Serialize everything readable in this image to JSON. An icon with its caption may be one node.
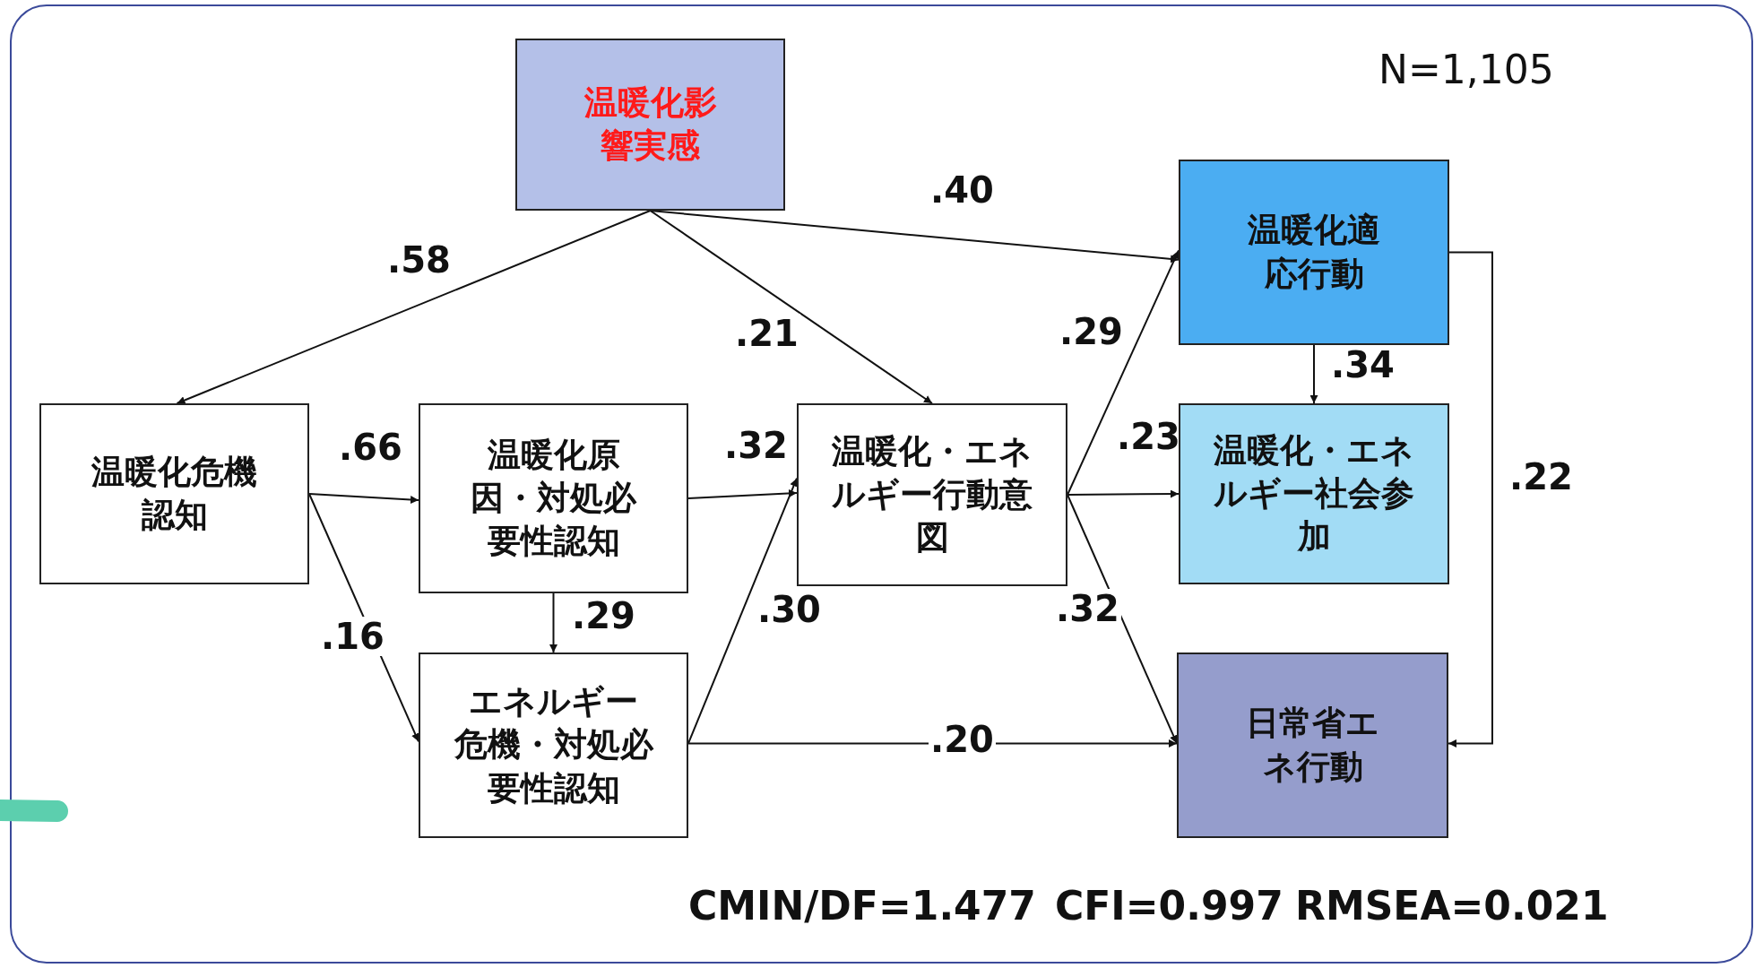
{
  "diagram": {
    "nodes": [
      {
        "text": [
          "温暖化影響実感"
        ]
      },
      {
        "text": [
          "温暖化危機認知"
        ]
      },
      {
        "text": [
          "温暖化原因・対処必要性認知"
        ]
      },
      {
        "text": [
          "エネルギー危機・対処必要性認知"
        ]
      },
      {
        "text": [
          "温暖化・エネルギー行動意図"
        ]
      },
      {
        "text": [
          "温暖化適応行動"
        ]
      },
      {
        "text": [
          "温暖化・エネルギー社会参加"
        ]
      },
      {
        "text": [
          "日常省エネ行動"
        ]
      }
    ],
    "edges": [
      {
        "from": 0,
        "to": 1,
        "arrow": "to",
        "label": ".58"
      },
      {
        "from": 0,
        "to": 4,
        "arrow": "to",
        "label": ".21"
      },
      {
        "from": 0,
        "to": 5,
        "arrow": "to",
        "label": ".40"
      },
      {
        "from": 1,
        "to": 2,
        "arrow": "to",
        "label": ".66"
      },
      {
        "from": 1,
        "to": 3,
        "arrow": "to",
        "label": ".16"
      },
      {
        "from": 2,
        "to": 3,
        "arrow": "to",
        "label": ".29"
      },
      {
        "from": 2,
        "to": 4,
        "arrow": "to",
        "label": ".32"
      },
      {
        "from": 3,
        "to": 4,
        "arrow": "to",
        "label": ".30"
      },
      {
        "from": 3,
        "to": 7,
        "arrow": "to",
        "label": ".20"
      },
      {
        "from": 4,
        "to": 5,
        "arrow": "to",
        "label": ".29"
      },
      {
        "from": 4,
        "to": 6,
        "arrow": "to",
        "label": ".23"
      },
      {
        "from": 4,
        "to": 7,
        "arrow": "to",
        "label": ".32"
      },
      {
        "from": 5,
        "to": 6,
        "arrow": "to",
        "label": ".34"
      },
      {
        "from": 5,
        "to": 7,
        "arrow": "to",
        "label": ".22"
      }
    ],
    "labels": [
      "N=1,105",
      "CMIN/DF=1.477",
      "CFI=0.997",
      "RMSEA=0.021"
    ]
  }
}
